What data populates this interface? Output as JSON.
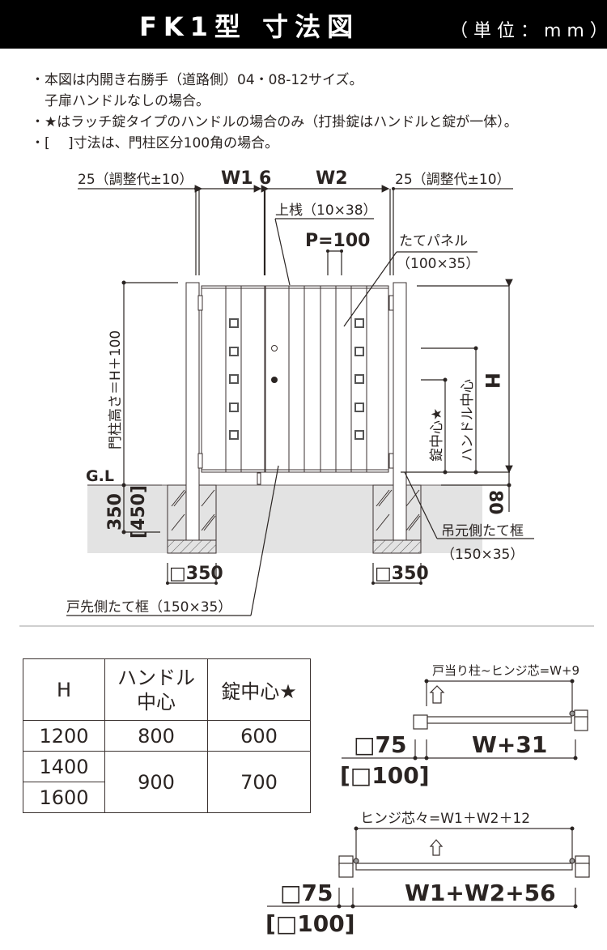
{
  "header": {
    "title": "FK1型 寸法図",
    "unit": "（単位：mm）"
  },
  "notes": [
    "・本図は内開き右勝手（道路側）04・08-12サイズ。",
    "　子扉ハンドルなしの場合。",
    "・★はラッチ錠タイプのハンドルの場合のみ（打掛錠はハンドルと錠が一体）。",
    "・[　 ]寸法は、門柱区分100角の場合。"
  ],
  "elevation": {
    "dim_left_adjust": "25（調整代±10）",
    "dim_right_adjust": "25（調整代±10）",
    "dim_w1": "W1",
    "dim_gap": "6",
    "dim_w2": "W2",
    "label_top_rail": "上桟（10×38）",
    "dim_pitch": "P=100",
    "label_vertical_panel_1": "たてパネル",
    "label_vertical_panel_2": "（100×35）",
    "dim_post_height": "門柱高さ＝H＋100",
    "dim_h": "H",
    "dim_handle_center": "ハンドル中心",
    "dim_lock_center": "錠中心★",
    "label_gl": "G.L",
    "dim_depth": "350",
    "dim_depth_alt": "[450]",
    "dim_clearance": "80",
    "label_hinge_frame_1": "吊元側たて框",
    "label_hinge_frame_2": "（150×35）",
    "dim_foundation_left": "□350",
    "dim_foundation_right": "□350",
    "label_latch_frame": "戸先側たて框（150×35）"
  },
  "table": {
    "headers": [
      "H",
      "ハンドル\n中心",
      "錠中心★"
    ],
    "header_col2_line1": "ハンドル",
    "header_col2_line2": "中心",
    "rows": [
      {
        "h": "1200",
        "handle": "800",
        "lock": "600"
      },
      {
        "h": "1400",
        "handle": "900",
        "lock": "700"
      },
      {
        "h": "1600",
        "handle": "900",
        "lock": "700"
      }
    ]
  },
  "plan_single": {
    "label_top": "戸当り柱~ヒンジ芯=W+9",
    "dim_width": "W+31",
    "dim_post": "□75",
    "dim_post_alt": "[□100]"
  },
  "plan_double": {
    "label_top": "ヒンジ芯々=W1＋W2＋12",
    "dim_width": "W1+W2+56",
    "dim_post": "□75",
    "dim_post_alt": "[□100]"
  },
  "colors": {
    "header_bg": "#000000",
    "line": "#3b3230",
    "ground": "#e3e3e3",
    "divider": "#cfcfcf"
  }
}
